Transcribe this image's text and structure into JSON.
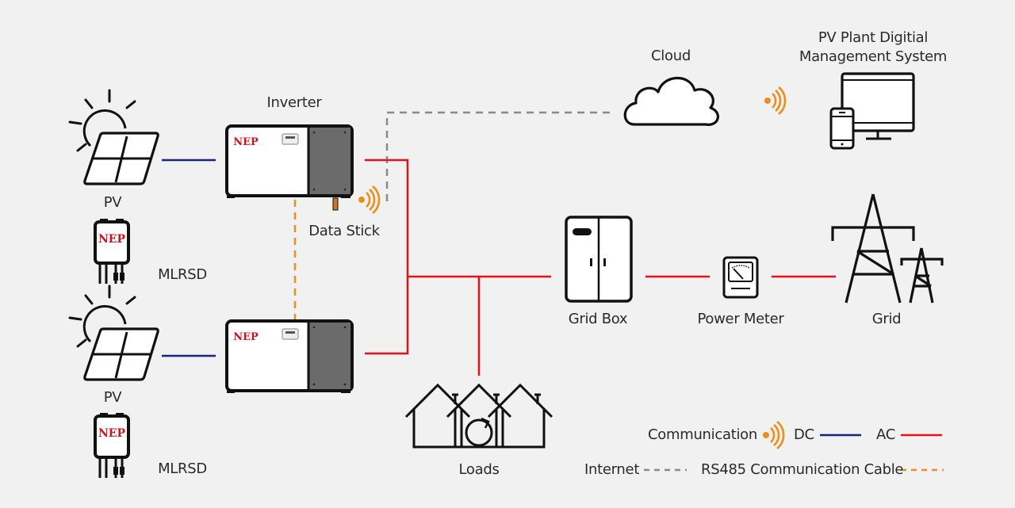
{
  "title": "PV plant system diagram",
  "colors": {
    "background": "#f1f1f1",
    "dc": "#1a237e",
    "ac": "#e3121b",
    "internet": "#8a8a8a",
    "rs485": "#e8901c",
    "communication": "#e8901c",
    "brand": "#d0121b"
  },
  "nodes": {
    "inverter": "Inverter",
    "data_stick": "Data Stick",
    "pv_1": "PV",
    "mlrsd_1": "MLRSD",
    "pv_2": "PV",
    "mlrsd_2": "MLRSD",
    "cloud": "Cloud",
    "management_line1": "PV Plant Digitial",
    "management_line2": "Management System",
    "grid_box": "Grid Box",
    "power_meter": "Power Meter",
    "grid": "Grid",
    "loads": "Loads",
    "brand_logo": "NEP"
  },
  "legend": {
    "communication": "Communication",
    "dc": "DC",
    "ac": "AC",
    "internet": "Internet",
    "rs485": "RS485 Communication Cable"
  }
}
